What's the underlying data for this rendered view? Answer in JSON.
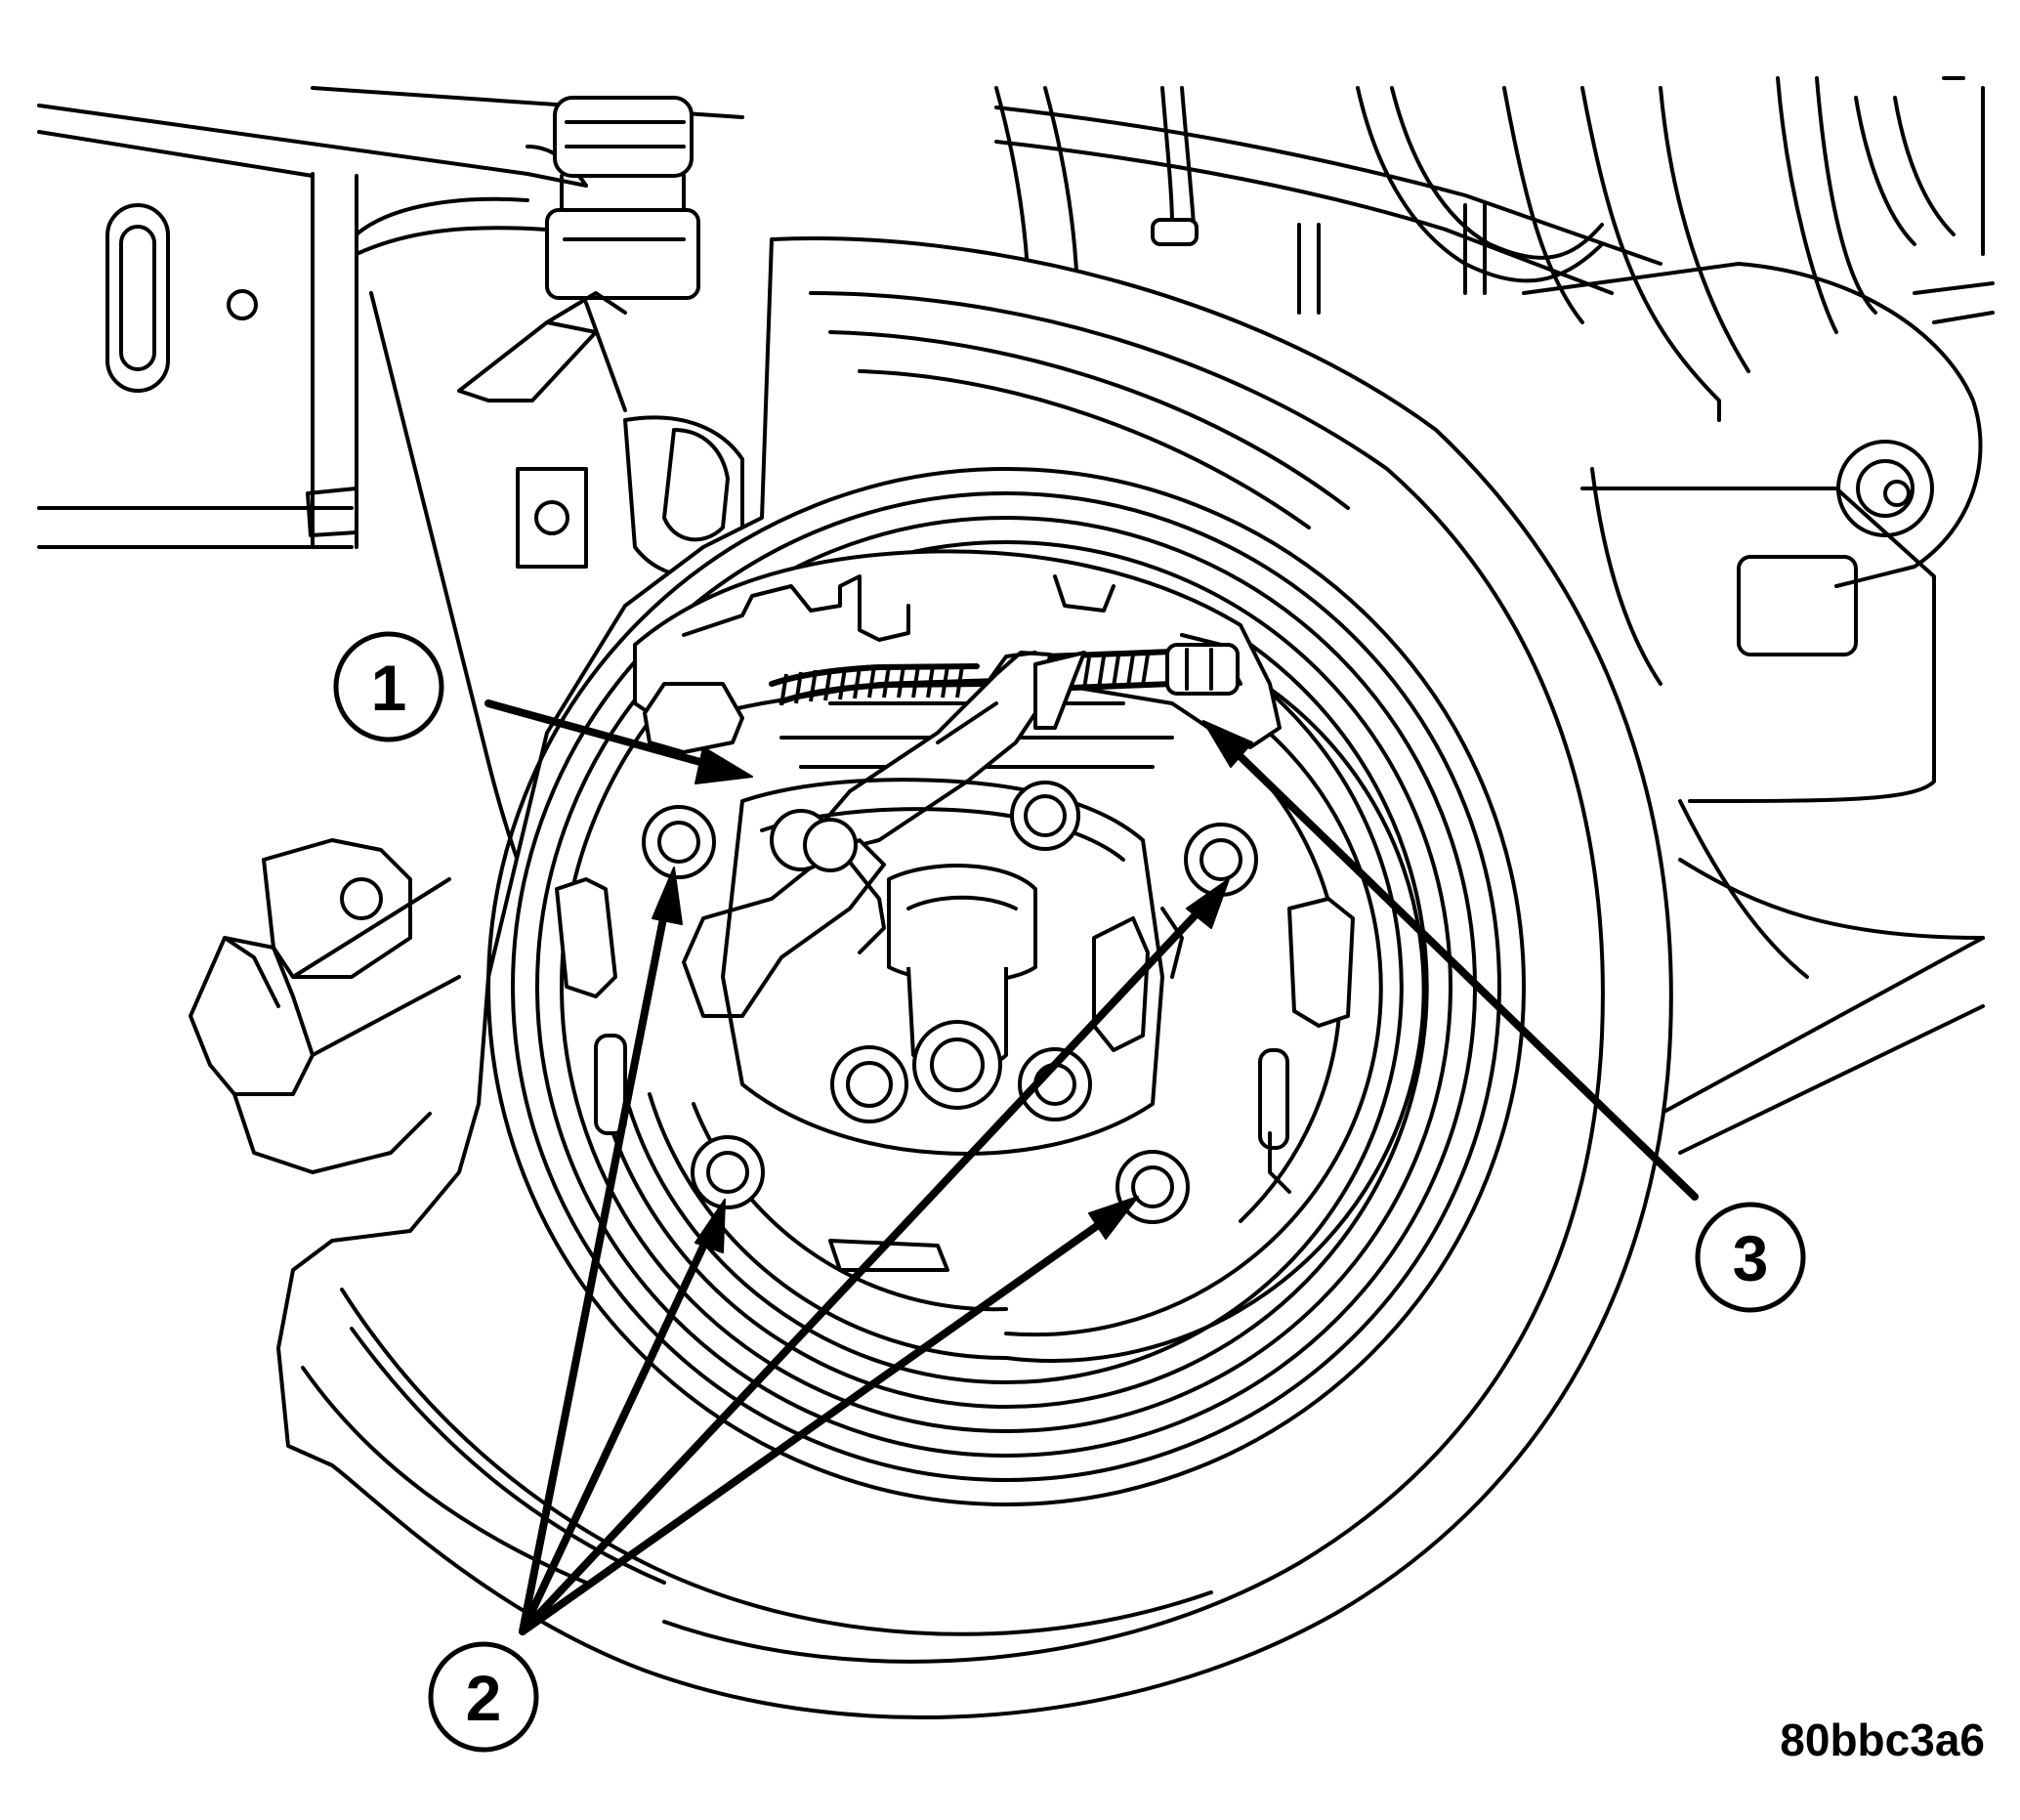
{
  "callouts": [
    {
      "id": "callout-1",
      "label": "1"
    },
    {
      "id": "callout-2",
      "label": "2"
    },
    {
      "id": "callout-3",
      "label": "3"
    }
  ],
  "figure_id": "80bbc3a6"
}
